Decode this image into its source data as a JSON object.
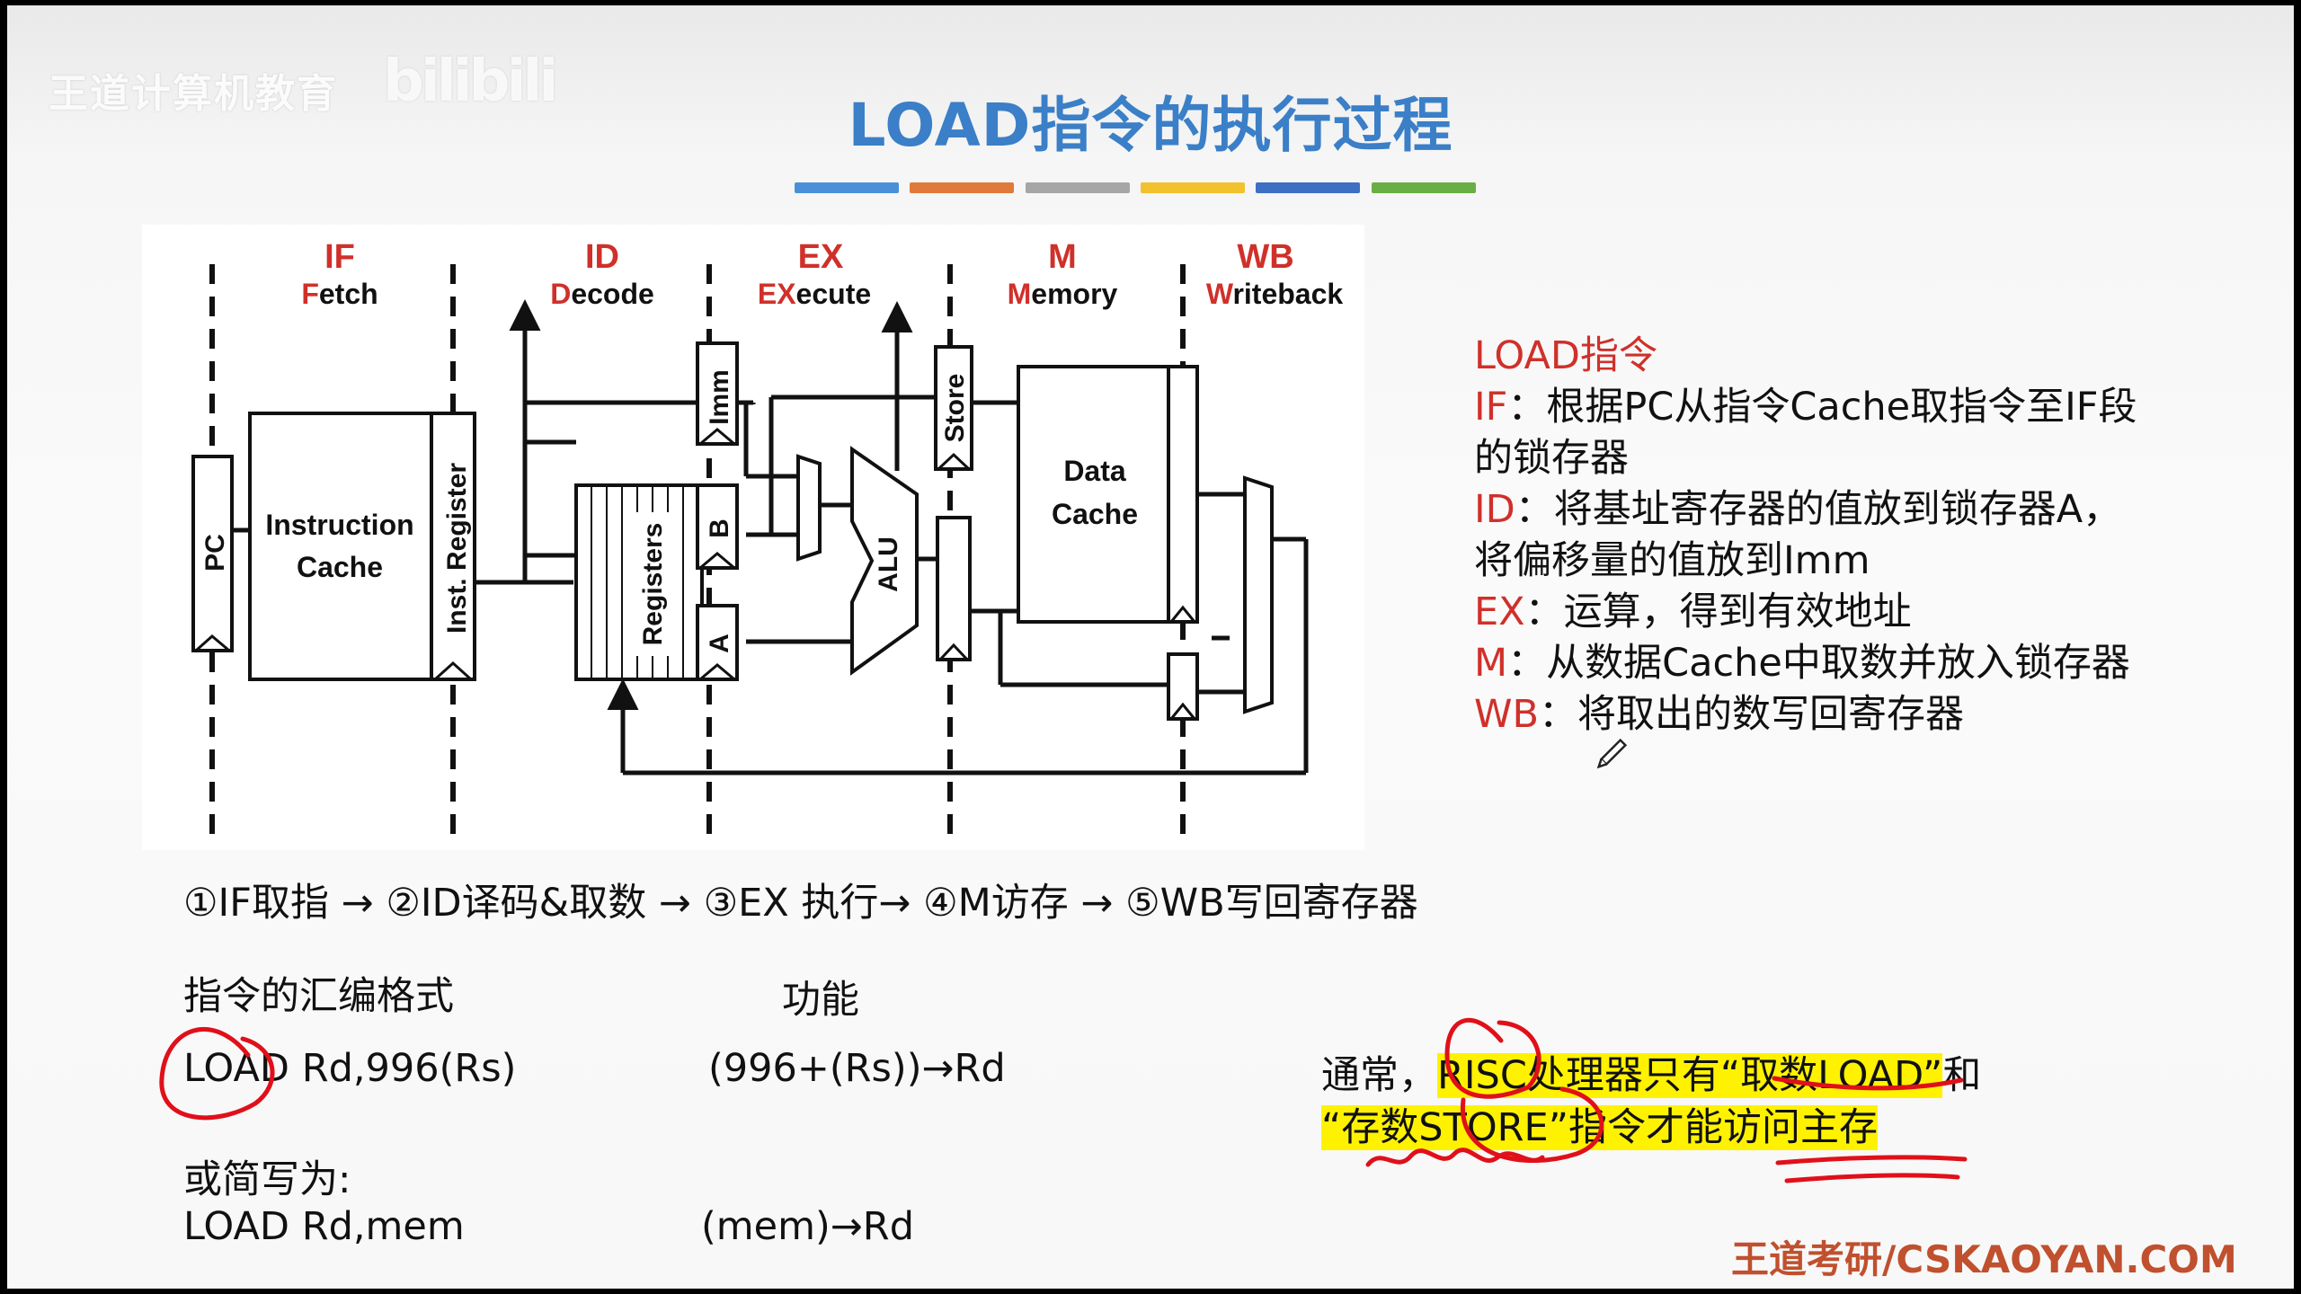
{
  "watermark": {
    "text": "王道计算机教育",
    "logo": "bilibili"
  },
  "title": "LOAD指令的执行过程",
  "color_bar": [
    "#4a90d9",
    "#e07a3a",
    "#a6a6a6",
    "#f2c12e",
    "#3d6fc4",
    "#6aaf45"
  ],
  "diagram": {
    "stages": [
      {
        "abbr": "IF",
        "sub_cap": "F",
        "sub_rest": "etch"
      },
      {
        "abbr": "ID",
        "sub_cap": "D",
        "sub_rest": "ecode"
      },
      {
        "abbr": "EX",
        "sub_cap": "EX",
        "sub_rest": "ecute"
      },
      {
        "abbr": "M",
        "sub_cap": "M",
        "sub_rest": "emory"
      },
      {
        "abbr": "WB",
        "sub_cap": "W",
        "sub_rest": "riteback"
      }
    ],
    "pc": "PC",
    "instruction_cache": [
      "Instruction",
      "Cache"
    ],
    "inst_register": "Inst. Register",
    "registers": "Registers",
    "imm": "Imm",
    "b": "B",
    "a": "A",
    "alu": "ALU",
    "store": "Store",
    "data_cache": [
      "Data",
      "Cache"
    ]
  },
  "notes": {
    "heading": "LOAD指令",
    "items": [
      {
        "tag": "IF",
        "text": "：根据PC从指令Cache取指令至IF段",
        "cont": "的锁存器"
      },
      {
        "tag": "ID",
        "text": "：将基址寄存器的值放到锁存器A，",
        "cont": "将偏移量的值放到Imm"
      },
      {
        "tag": "EX",
        "text": "：运算，得到有效地址",
        "cont": ""
      },
      {
        "tag": "M",
        "text": "：从数据Cache中取数并放入锁存器",
        "cont": ""
      },
      {
        "tag": "WB",
        "text": "：将取出的数写回寄存器",
        "cont": ""
      }
    ]
  },
  "flow": "①IF取指 → ②ID译码&取数 → ③EX 执行→ ④M访存 → ⑤WB写回寄存器",
  "format": {
    "col1_header": "指令的汇编格式",
    "col2_header": "功能",
    "row1_op": "LOAD",
    "row1_args": " Rd,996(Rs)",
    "row1_func": "(996+(Rs))→Rd",
    "abbr_label": "或简写为:",
    "row2_instr": "LOAD  Rd,mem",
    "row2_func": "(mem)→Rd"
  },
  "highlight": {
    "line1_pre": "通常，",
    "line1_mark": "RISC处理器只有“取数LOAD”",
    "line1_post": "和",
    "line2_mark": "“存数STORE”",
    "line2_post": "指令才能访问主存"
  },
  "footer": "王道考研/CSKAOYAN.COM",
  "colors": {
    "title": "#3a7fc7",
    "red": "#d0302a",
    "highlight": "#fff200",
    "ink": "#e0101a",
    "footer": "#c0502e"
  }
}
